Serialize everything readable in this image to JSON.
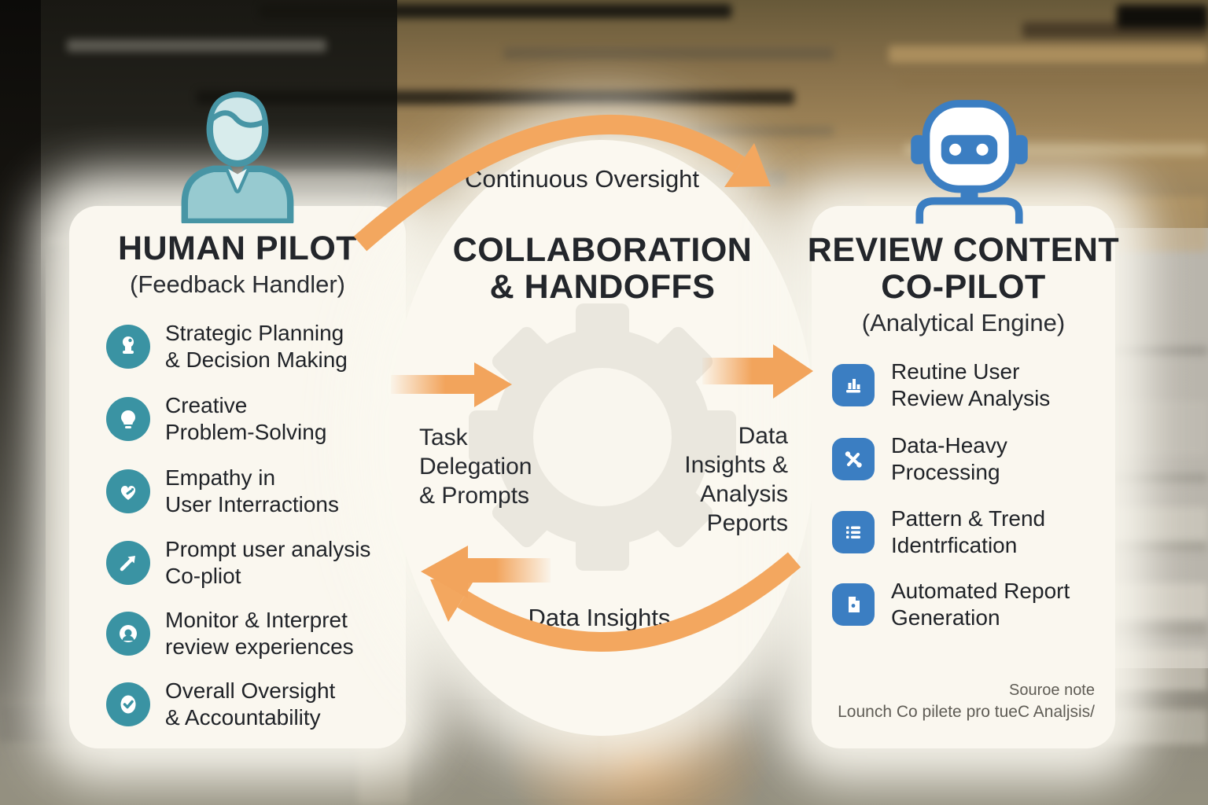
{
  "left_panel": {
    "title": "HUMAN PILOT",
    "subtitle": "(Feedback Handler)",
    "items": [
      {
        "icon": "chess-pawn-icon",
        "text": "Strategic Planning\n& Decision Making"
      },
      {
        "icon": "lightbulb-icon",
        "text": "Creative\nProblem-Solving"
      },
      {
        "icon": "heart-icon",
        "text": "Empathy in\nUser Interractions"
      },
      {
        "icon": "trend-arrow-icon",
        "text": "Prompt user analysis\nCo-pliot"
      },
      {
        "icon": "monitor-user-icon",
        "text": "Monitor & Interpret\nreview experiences"
      },
      {
        "icon": "check-badge-icon",
        "text": "Overall Oversight\n& Accountability"
      }
    ]
  },
  "center": {
    "oversight_label": "Continuous Oversight",
    "title": "COLLABORATION\n& HANDOFFS",
    "task_arrow_label": "Task\nDelegation\n& Prompts",
    "data_arrow_label": "Data\nInsights &\nAnalysis\nPeports",
    "insights_label": "Data Insights"
  },
  "right_panel": {
    "title": "REVIEW CONTENT\nCO-PILOT",
    "subtitle": "(Analytical Engine)",
    "items": [
      {
        "icon": "bar-chart-icon",
        "text": "Reutine User\nReview Analysis"
      },
      {
        "icon": "route-icon",
        "text": "Data-Heavy\nProcessing"
      },
      {
        "icon": "checklist-icon",
        "text": "Pattern & Trend\nIdentrfication"
      },
      {
        "icon": "report-document-icon",
        "text": "Automated Report\nGeneration"
      }
    ],
    "source_note": "Souroe note",
    "source_line": "Lounch Co  pilete pro tueC Analjsis/"
  },
  "colors": {
    "teal": "#3a93a3",
    "blue": "#3b7ec2",
    "orange": "#f2a45c",
    "heading": "#23262b",
    "panel": "#faf7ef"
  }
}
